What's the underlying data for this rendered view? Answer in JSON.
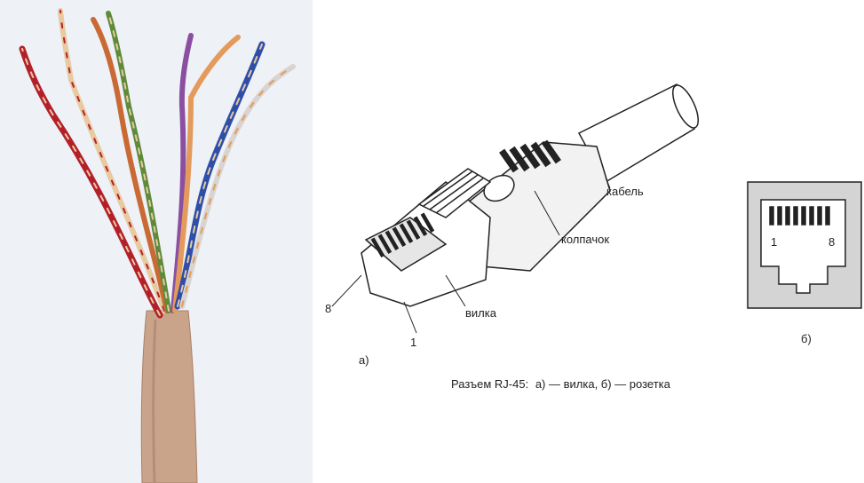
{
  "labels": {
    "cable": "кабель",
    "cap": "колпачок",
    "plug": "вилка",
    "pin_8_plug": "8",
    "pin_1_plug": "1",
    "part_a": "а)",
    "part_b": "б)",
    "socket_pin_1": "1",
    "socket_pin_8": "8"
  },
  "caption": {
    "prefix": "Разъем RJ-45:",
    "text": "а) — вилка, б) — розетка"
  },
  "wire_colors": [
    "#b3202a",
    "#e8c9a0",
    "#5f8a3a",
    "#c96a35",
    "#2f4ea8",
    "#8a4fa0",
    "#e49a5b",
    "#d9d4cf"
  ],
  "cable_jacket_color": "#c9a38a",
  "background_color": "#eef1f6"
}
